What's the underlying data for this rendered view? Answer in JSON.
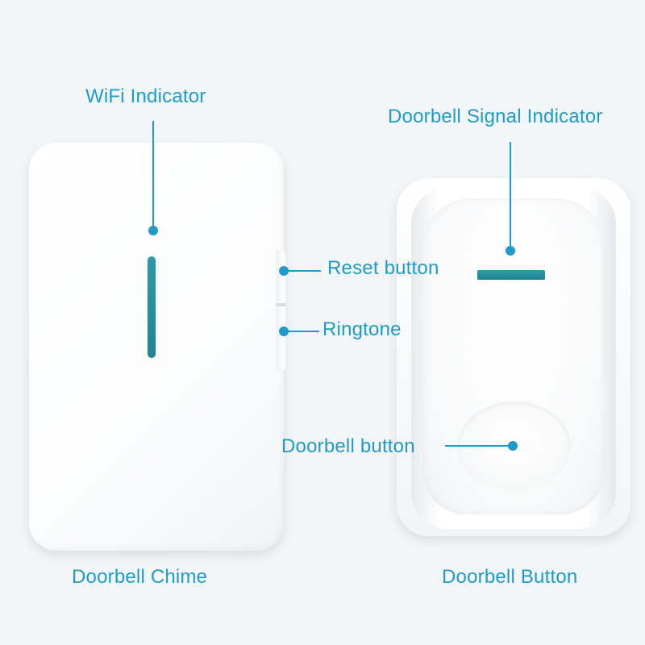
{
  "labels": {
    "wifi_indicator": "WiFi Indicator",
    "doorbell_signal_indicator": "Doorbell Signal Indicator",
    "reset_button": "Reset button",
    "ringtone": "Ringtone",
    "doorbell_button": "Doorbell button",
    "doorbell_chime": "Doorbell Chime",
    "doorbell_button_caption": "Doorbell Button"
  },
  "colors": {
    "accent": "#1f9bc9",
    "led": "#2590a0",
    "background": "#f3f6f8",
    "device": "#ffffff"
  }
}
